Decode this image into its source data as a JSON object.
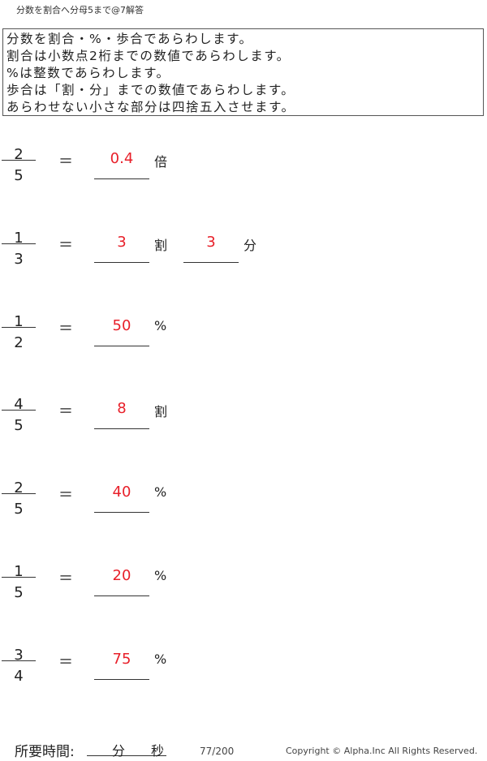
{
  "title": "分数を割合へ分母5まで@7解答",
  "instructions": [
    "分数を割合・%・歩合であらわします。",
    "割合は小数点2桁までの数値であらわします。",
    "%は整数であらわします。",
    "歩合は「割・分」までの数値であらわします。",
    "あらわせない小さな部分は四捨五入させます。"
  ],
  "equals": "＝",
  "problems": [
    {
      "numerator": "2",
      "denominator": "5",
      "answers": [
        {
          "value": "0.4",
          "unit": "倍"
        }
      ]
    },
    {
      "numerator": "1",
      "denominator": "3",
      "answers": [
        {
          "value": "3",
          "unit": "割"
        },
        {
          "value": "3",
          "unit": "分"
        }
      ]
    },
    {
      "numerator": "1",
      "denominator": "2",
      "answers": [
        {
          "value": "50",
          "unit": "%"
        }
      ]
    },
    {
      "numerator": "4",
      "denominator": "5",
      "answers": [
        {
          "value": "8",
          "unit": "割"
        }
      ]
    },
    {
      "numerator": "2",
      "denominator": "5",
      "answers": [
        {
          "value": "40",
          "unit": "%"
        }
      ]
    },
    {
      "numerator": "1",
      "denominator": "5",
      "answers": [
        {
          "value": "20",
          "unit": "%"
        }
      ]
    },
    {
      "numerator": "3",
      "denominator": "4",
      "answers": [
        {
          "value": "75",
          "unit": "%"
        }
      ]
    }
  ],
  "footer": {
    "time_label": "所要時間:",
    "minutes": "分",
    "seconds": "秒",
    "page": "77/200",
    "copyright": "Copyright ©  Alpha.Inc All Rights Reserved."
  },
  "colors": {
    "answer": "#e8202a"
  }
}
